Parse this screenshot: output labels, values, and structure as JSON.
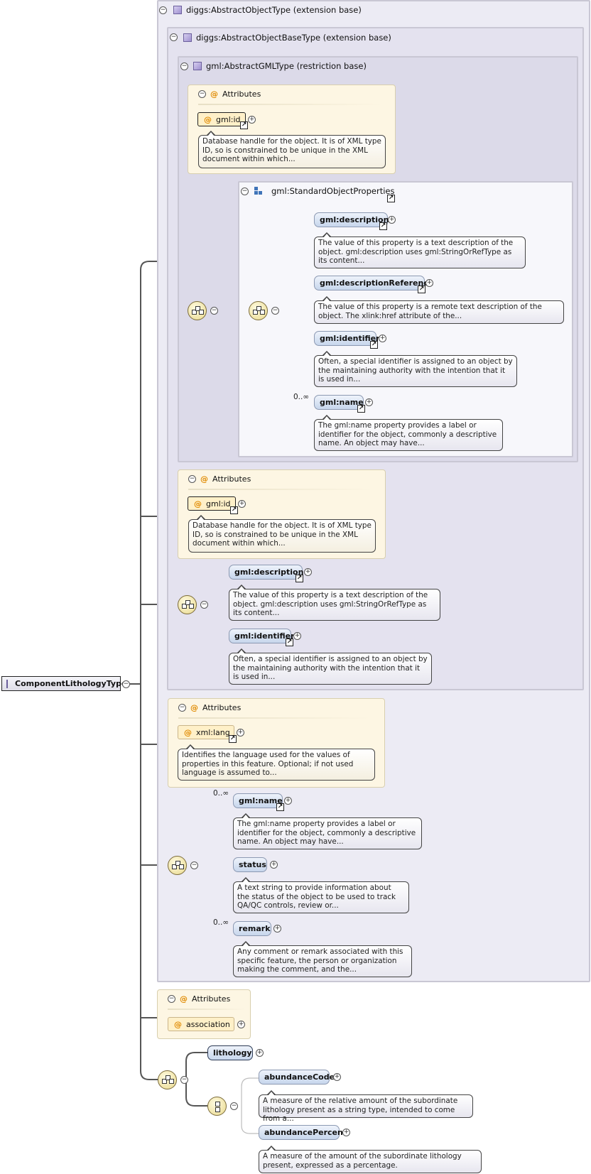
{
  "root": {
    "label": "ComponentLithologyType"
  },
  "types": {
    "abstract_object": "diggs:AbstractObjectType (extension base)",
    "abstract_object_base": "diggs:AbstractObjectBaseType (extension base)",
    "abstract_gml": "gml:AbstractGMLType (restriction base)",
    "standard_props": "gml:StandardObjectProperties"
  },
  "attributes_label": "Attributes",
  "attr_names": {
    "gml_id": "gml:id",
    "xml_lang": "xml:lang",
    "association": "association"
  },
  "elements": {
    "gml_description": "gml:description",
    "gml_description_reference": "gml:descriptionReference",
    "gml_identifier": "gml:identifier",
    "gml_name": "gml:name",
    "status": "status",
    "remark": "remark",
    "lithology": "lithology",
    "abundance_code": "abundanceCode",
    "abundance_percent": "abundancePercent"
  },
  "notes": {
    "gml_id": "Database handle for the object. It is of XML type ID, so is constrained to be unique in the XML document within which...",
    "gml_description": "The value of this property is a text description of the object. gml:description uses gml:StringOrRefType as its content...",
    "gml_description_reference": "The value of this property is a remote text description of the object. The xlink:href attribute of the...",
    "gml_identifier": "Often, a special identifier is assigned to an object by the maintaining authority with the intention that it is used in...",
    "gml_name": "The gml:name property provides a label or identifier for the object, commonly a descriptive name. An object may have...",
    "xml_lang": "Identifies the language used for the values of properties in this feature. Optional; if not used language is assumed to...",
    "status": "A text string to provide information about the status of the object to be used to track QA/QC controls, review or...",
    "remark": "Any comment or remark associated with this specific feature, the person or organization making the comment, and the...",
    "abundance_code": "A measure of the relative amount of the subordinate lithology present as a string type, intended to come from a...",
    "abundance_percent": "A measure of the amount of the subordinate lithology present, expressed as a percentage."
  },
  "occurrence": {
    "unbounded": "0..∞"
  },
  "symbols": {
    "minus": "−",
    "plus": "+",
    "ref": "↗"
  },
  "colors": {
    "attr_accent": "#e08a00",
    "group_icon": "#3f74b8",
    "type_icon": "#9e8fcf"
  }
}
